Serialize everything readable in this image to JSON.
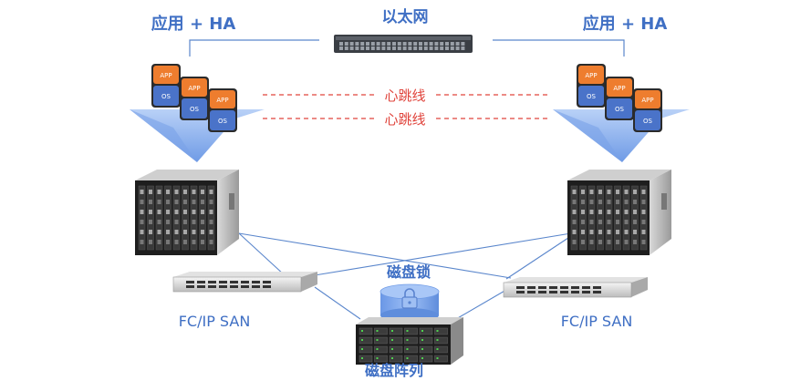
{
  "nodes": {
    "left_title": "应用 + HA",
    "right_title": "应用 + HA"
  },
  "network": {
    "label": "以太网"
  },
  "heartbeat": {
    "line1": "心跳线",
    "line2": "心跳线"
  },
  "stack": {
    "app": "APP",
    "os": "OS"
  },
  "san": {
    "left_label": "FC/IP SAN",
    "right_label": "FC/IP SAN"
  },
  "storage": {
    "lock_label": "磁盘锁",
    "array_label": "磁盘阵列"
  },
  "colors": {
    "title_blue": "#3f6fc4",
    "heartbeat_red": "#e0443c",
    "app_orange": "#ee7d2e",
    "os_blue": "#4a73c9",
    "platform_blue": "#8fb4f0",
    "link_blue": "#5a86cc",
    "cylinder_blue": "#7aa4ee"
  }
}
